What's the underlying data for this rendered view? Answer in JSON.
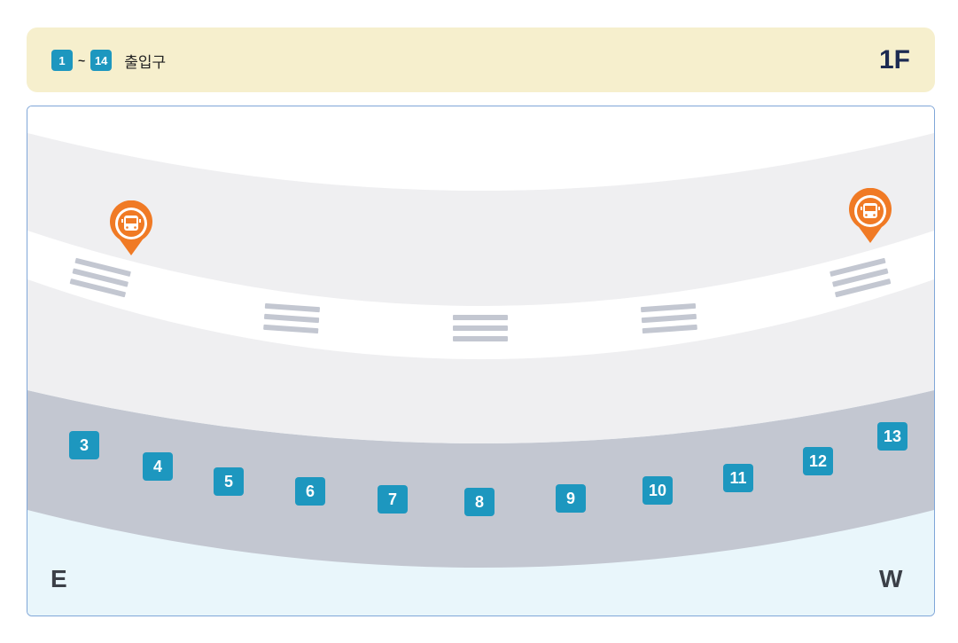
{
  "header": {
    "range_start": "1",
    "range_tilde": "~",
    "range_end": "14",
    "range_label": "출입구",
    "floor": "1F"
  },
  "map": {
    "gates": [
      "3",
      "4",
      "5",
      "6",
      "7",
      "8",
      "9",
      "10",
      "11",
      "12",
      "13"
    ],
    "direction_left": "E",
    "direction_right": "W",
    "icons": [
      "bus-stop-icon",
      "bus-stop-icon"
    ],
    "colors": {
      "gate": "#1d97bf",
      "bus_pin": "#f07a25",
      "road": "#ffffff",
      "terminal_band": "#c3c7d1",
      "sidewalk": "#efeff1",
      "water_area": "#e9f6fb",
      "header_bg": "#f6efcd"
    }
  }
}
